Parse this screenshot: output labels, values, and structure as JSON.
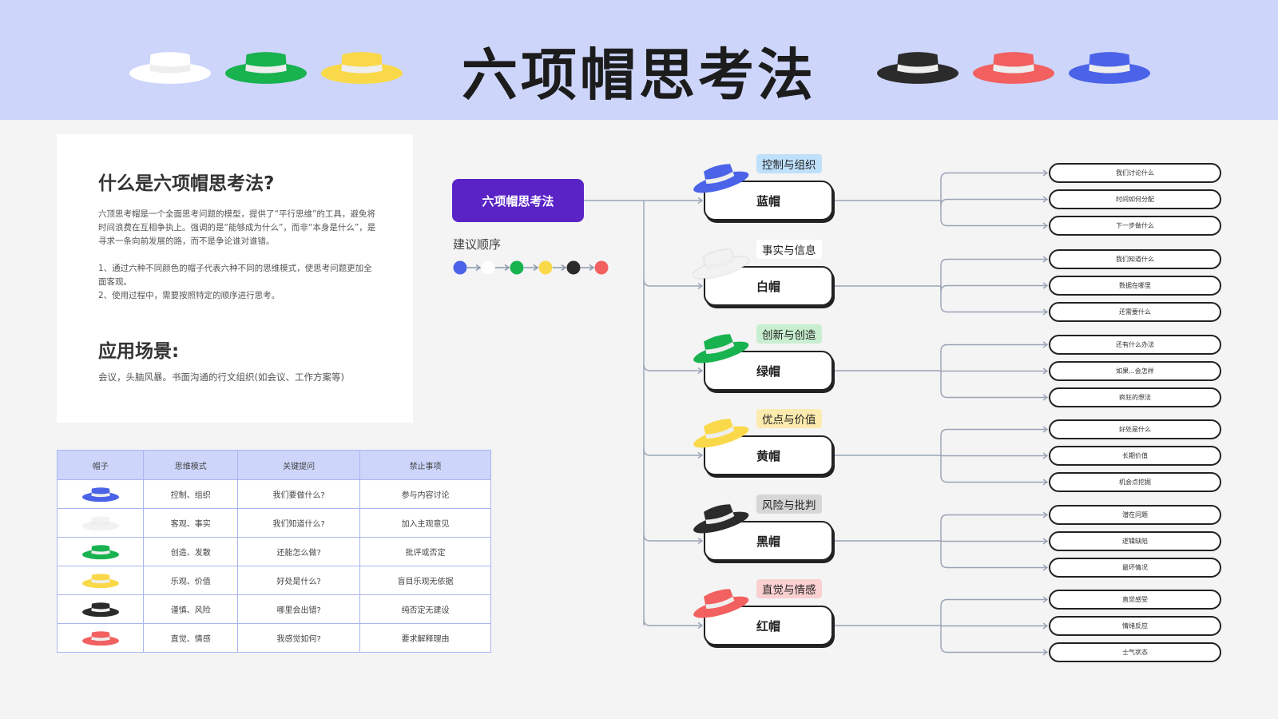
{
  "title": "六项帽思考法",
  "header_hats_left": [
    "white-hat-icon",
    "green-hat-icon",
    "yellow-hat-icon"
  ],
  "header_hats_right": [
    "black-hat-icon",
    "red-hat-icon",
    "blue-hat-icon"
  ],
  "intro": {
    "heading": "什么是六项帽思考法?",
    "paragraph": "六顶思考帽是一个全面思考问题的模型，提供了“平行思维”的工具，避免将时间浪费在互相争执上。强调的是“能够成为什么”，而非“本身是什么”，是寻求一条向前发展的路，而不是争论谁对谁错。",
    "point1": "1、通过六种不同颜色的帽子代表六种不同的思维模式，使思考问题更加全面客观。",
    "point2": "2、使用过程中，需要按照特定的顺序进行思考。",
    "scene_heading": "应用场景:",
    "scene_text": "会议，头脑风暴。书面沟通的行文组织(如会议、工作方案等)"
  },
  "table": {
    "headers": [
      "帽子",
      "思维模式",
      "关键提问",
      "禁止事项"
    ],
    "rows": [
      {
        "hat": "#4a63e8",
        "mode": "控制、组织",
        "question": "我们要做什么?",
        "forbid": "参与内容讨论"
      },
      {
        "hat": "#f2f2f2",
        "mode": "客观、事实",
        "question": "我们知道什么?",
        "forbid": "加入主观意见"
      },
      {
        "hat": "#18b24f",
        "mode": "创造、发散",
        "question": "还能怎么做?",
        "forbid": "批评或否定"
      },
      {
        "hat": "#f9d949",
        "mode": "乐观、价值",
        "question": "好处是什么?",
        "forbid": "盲目乐观无依据"
      },
      {
        "hat": "#2b2b2b",
        "mode": "谨慎、风险",
        "question": "哪里会出错?",
        "forbid": "纯否定无建设"
      },
      {
        "hat": "#f26060",
        "mode": "直觉、情感",
        "question": "我感觉如何?",
        "forbid": "要求解释理由"
      }
    ]
  },
  "root_label": "六项帽思考法",
  "order": {
    "label": "建议顺序",
    "dots": [
      "#4a63e8",
      "#ffffff",
      "#18b24f",
      "#f9d949",
      "#2b2b2b",
      "#f26060"
    ]
  },
  "hats": [
    {
      "name": "蓝帽",
      "tag": "控制与组织",
      "tag_color": "#bfe0fb",
      "color": "#4a63e8",
      "leaves": [
        "我们讨论什么",
        "时间如何分配",
        "下一步做什么"
      ]
    },
    {
      "name": "白帽",
      "tag": "事实与信息",
      "tag_color": "#ffffff",
      "color": "#f2f2f2",
      "leaves": [
        "我们知道什么",
        "数据在哪里",
        "还需要什么"
      ]
    },
    {
      "name": "绿帽",
      "tag": "创新与创造",
      "tag_color": "#c8efcf",
      "color": "#18b24f",
      "leaves": [
        "还有什么办法",
        "如果...会怎样",
        "疯狂的想法"
      ]
    },
    {
      "name": "黄帽",
      "tag": "优点与价值",
      "tag_color": "#fcebae",
      "color": "#f9d949",
      "leaves": [
        "好处是什么",
        "长期价值",
        "机会点挖掘"
      ]
    },
    {
      "name": "黑帽",
      "tag": "风险与批判",
      "tag_color": "#d6d6d6",
      "color": "#2b2b2b",
      "leaves": [
        "潜在问题",
        "逻辑缺陷",
        "最坏情况"
      ]
    },
    {
      "name": "红帽",
      "tag": "直觉与情感",
      "tag_color": "#fbd0d0",
      "color": "#f26060",
      "leaves": [
        "直觉感受",
        "情绪反应",
        "士气状态"
      ]
    }
  ]
}
